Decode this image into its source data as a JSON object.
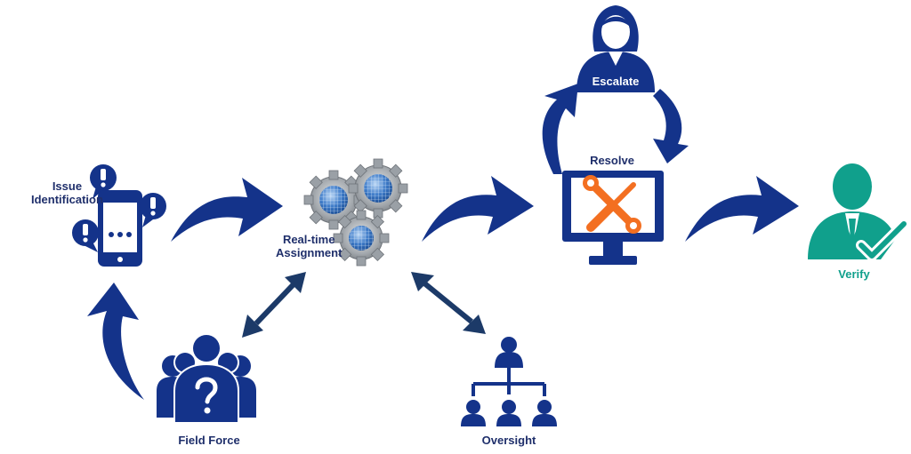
{
  "nodes": {
    "issue_identification": {
      "label_line1": "Issue",
      "label_line2": "Identification"
    },
    "assignment": {
      "label_line1": "Real-time",
      "label_line2": "Assignment"
    },
    "resolve": {
      "label": "Resolve"
    },
    "escalate": {
      "label": "Escalate"
    },
    "verify": {
      "label": "Verify"
    },
    "field_force": {
      "label": "Field Force"
    },
    "oversight": {
      "label": "Oversight"
    }
  },
  "colors": {
    "navy": "#14338a",
    "dark_navy": "#1f2f6b",
    "arrow_dark": "#1c3a68",
    "orange": "#f36f21",
    "teal": "#10a08c",
    "gear_gray": "#9aa0a6",
    "globe_blue": "#2f6fc2"
  }
}
